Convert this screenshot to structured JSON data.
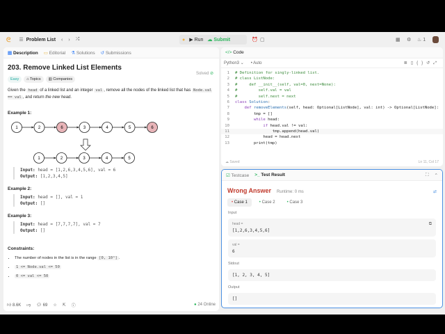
{
  "topbar": {
    "problem_list": "Problem List",
    "run": "Run",
    "submit": "Submit",
    "streak": "1"
  },
  "left": {
    "tabs": [
      "Description",
      "Editorial",
      "Solutions",
      "Submissions"
    ],
    "title": "203. Remove Linked List Elements",
    "status": "Solved",
    "tags": [
      "Easy",
      "Topics",
      "Companies"
    ],
    "desc": {
      "p1": "Given the ",
      "c1": "head",
      "p2": " of a linked list and an integer ",
      "c2": "val",
      "p3": ", remove all the nodes of the linked list that has ",
      "c3": "Node.val == val",
      "p4": ", and return ",
      "em": "the new head",
      "p5": "."
    },
    "examples": [
      {
        "title": "Example 1:",
        "input": "head = [1,2,6,3,4,5,6], val = 6",
        "output": "[1,2,3,4,5]"
      },
      {
        "title": "Example 2:",
        "input": "head = [], val = 1",
        "output": "[]"
      },
      {
        "title": "Example 3:",
        "input": "head = [7,7,7,7], val = 7",
        "output": "[]"
      }
    ],
    "input_label": "Input:",
    "output_label": "Output:",
    "diagram": {
      "before": [
        "1",
        "2",
        "6",
        "3",
        "4",
        "5",
        "6"
      ],
      "removed": "6",
      "after": [
        "1",
        "2",
        "3",
        "4",
        "5"
      ],
      "highlight": "#e8b4b8"
    },
    "constraints_title": "Constraints:",
    "constraints": [
      {
        "text": "The number of nodes in the list is in the range ",
        "code": "[0, 10⁴]",
        "tail": "."
      },
      {
        "code": "1 <= Node.val <= 50"
      },
      {
        "code": "0 <= val <= 50"
      }
    ],
    "footer": {
      "likes": "8.6K",
      "comments": "69",
      "online": "24 Online"
    }
  },
  "code": {
    "tab": "Code",
    "language": "Python3",
    "mode": "Auto",
    "lines": [
      [
        [
          "cm",
          "# Definition for singly-linked list."
        ]
      ],
      [
        [
          "cm",
          "# class ListNode:"
        ]
      ],
      [
        [
          "cm",
          "#     def __init__(self, val=0, next=None):"
        ]
      ],
      [
        [
          "cm",
          "#         self.val = val"
        ]
      ],
      [
        [
          "cm",
          "#         self.next = next"
        ]
      ],
      [
        [
          "kw",
          "class "
        ],
        [
          "fn",
          "Solution"
        ],
        [
          "",
          ":"
        ]
      ],
      [
        [
          "",
          "    "
        ],
        [
          "kw",
          "def "
        ],
        [
          "fn",
          "removeElements"
        ],
        [
          "",
          "(self, head: Optional[ListNode], val: int) -> Optional[ListNode]:"
        ]
      ],
      [
        [
          "",
          "        tmp = []"
        ]
      ],
      [
        [
          "",
          "        "
        ],
        [
          "kw",
          "while"
        ],
        [
          "",
          " head:"
        ]
      ],
      [
        [
          "",
          "            "
        ],
        [
          "kw",
          "if"
        ],
        [
          "",
          " head.val != val:"
        ]
      ],
      [
        [
          "",
          "                tmp.append(head.val)"
        ]
      ],
      [
        [
          "",
          "            head = head.next"
        ]
      ],
      [
        [
          "",
          "        print(tmp)"
        ]
      ]
    ],
    "saved": "Saved",
    "cursor": "Ln 11, Col 17"
  },
  "result": {
    "tabs": [
      "Testcase",
      "Test Result"
    ],
    "verdict": "Wrong Answer",
    "runtime": "Runtime: 0 ms",
    "verdict_color": "#c0392b",
    "cases": [
      "Case 1",
      "Case 2",
      "Case 3"
    ],
    "input_label": "Input",
    "head_label": "head =",
    "head_val": "[1,2,6,3,4,5,6]",
    "val_label": "val =",
    "val_val": "6",
    "stdout_label": "Stdout",
    "stdout": "[1, 2, 3, 4, 5]",
    "output_label": "Output",
    "output": "[]"
  }
}
